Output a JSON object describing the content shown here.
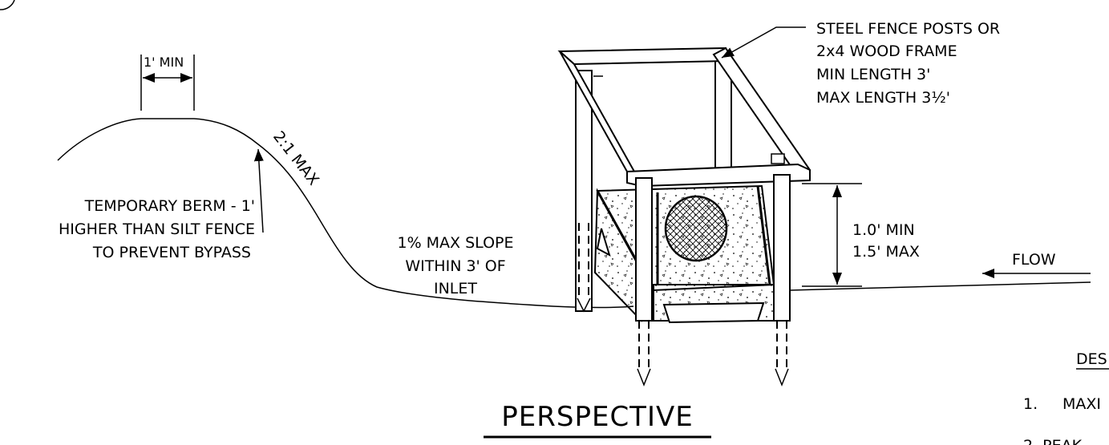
{
  "labels": {
    "min_width": "1' MIN",
    "slope": "2:1 MAX",
    "berm_line1": "TEMPORARY BERM - 1'",
    "berm_line2": "HIGHER THAN SILT FENCE",
    "berm_line3": "TO PREVENT BYPASS",
    "max_slope_line1": "1% MAX SLOPE",
    "max_slope_line2": "WITHIN 3' OF",
    "max_slope_line3": "INLET",
    "posts_line1": "STEEL FENCE POSTS OR",
    "posts_line2": "2x4 WOOD FRAME",
    "posts_line3": "MIN LENGTH 3'",
    "posts_line4": "MAX LENGTH 3½'",
    "height_line1": "1.0' MIN",
    "height_line2": "1.5' MAX",
    "flow": "FLOW",
    "view_title": "PERSPECTIVE"
  },
  "notes": {
    "heading_partial": "DES",
    "item1_num": "1.",
    "item1_text": "MAXI",
    "item2_partial": "2.   PEAK"
  }
}
